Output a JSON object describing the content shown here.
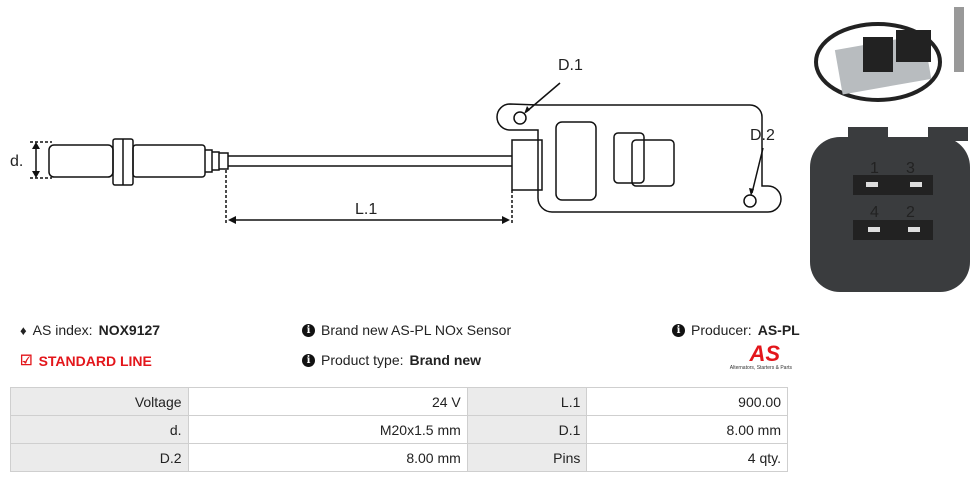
{
  "drawing": {
    "label_d": "d.",
    "label_d1": "D.1",
    "label_d2": "D.2",
    "label_l1": "L.1"
  },
  "info": {
    "as_index_label": "AS index:",
    "as_index_value": "NOX9127",
    "standard_line": "STANDARD LINE",
    "description": "Brand new AS-PL NOx Sensor",
    "product_type_label": "Product type:",
    "product_type_value": "Brand new",
    "producer_label": "Producer:",
    "producer_value": "AS-PL"
  },
  "logo": {
    "text": "AS",
    "tagline": "Alternators, Starters & Parts"
  },
  "specs": [
    {
      "k1": "Voltage",
      "v1": "24 V",
      "k2": "L.1",
      "v2": "900.00"
    },
    {
      "k1": "d.",
      "v1": "M20x1.5 mm",
      "k2": "D.1",
      "v2": "8.00 mm"
    },
    {
      "k1": "D.2",
      "v1": "8.00 mm",
      "k2": "Pins",
      "v2": "4 qty."
    }
  ],
  "photo": {
    "pin_numbers": [
      "1",
      "3",
      "4",
      "2"
    ]
  },
  "colors": {
    "accent": "#e3161b"
  }
}
